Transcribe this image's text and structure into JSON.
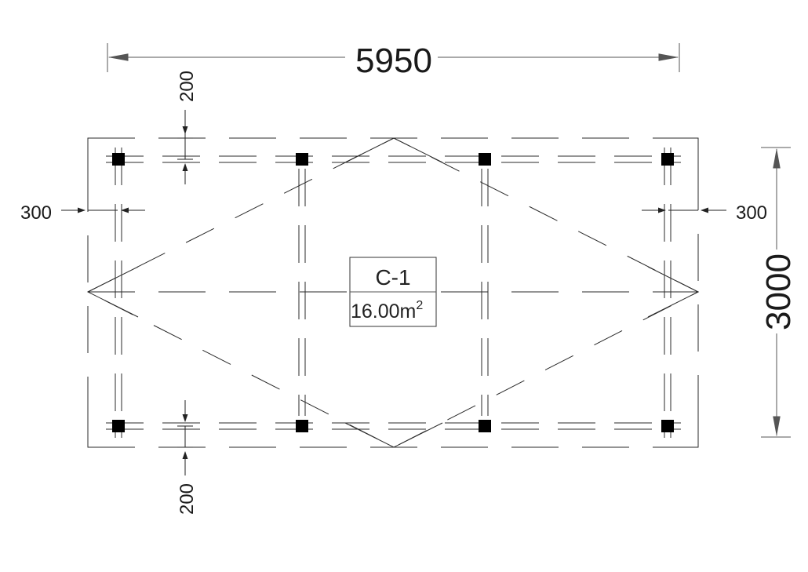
{
  "dimensions": {
    "total_width": "5950",
    "total_height": "3000",
    "top_offset": "200",
    "bottom_offset": "200",
    "left_offset": "300",
    "right_offset": "300"
  },
  "area_tag": {
    "name": "C-1",
    "area_value": "16.00m",
    "area_exponent": "2"
  },
  "colors": {
    "line": "#2a2a2a",
    "column": "#000000",
    "dimension": "#333333"
  }
}
